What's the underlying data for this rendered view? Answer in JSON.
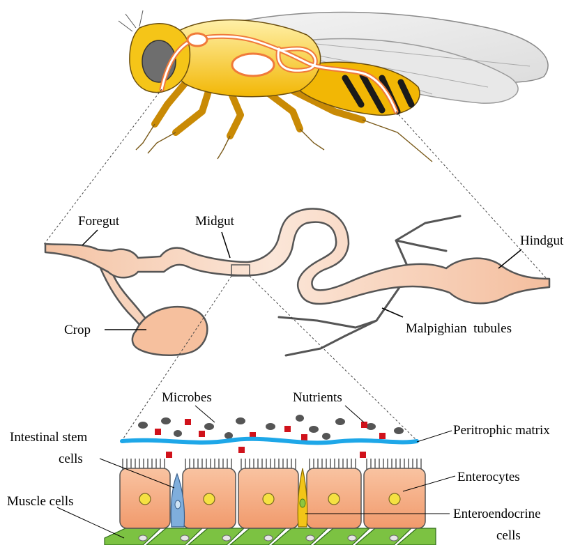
{
  "labels": {
    "foregut": "Foregut",
    "midgut": "Midgut",
    "hindgut": "Hindgut",
    "crop": "Crop",
    "malpighian": "Malpighian  tubules",
    "microbes": "Microbes",
    "nutrients": "Nutrients",
    "isc_line1": "Intestinal stem",
    "isc_line2": "cells",
    "peritrophic": "Peritrophic matrix",
    "enterocytes": "Enterocytes",
    "muscle": "Muscle cells",
    "ee_line1": "Enteroendocrine",
    "ee_line2": "cells"
  },
  "colors": {
    "fly_body": "#F2B705",
    "fly_legs": "#E8A20A",
    "gut_fill": "#F7D3BC",
    "gut_highlight": "#FCEDE3",
    "outline": "#555555",
    "enterocyte": "#F4A77A",
    "nucleus": "#F5E142",
    "stem_cell": "#7FAEDC",
    "enteroendocrine": "#F2C518",
    "muscle": "#7CC242",
    "peritrophic_matrix": "#1EA7E8",
    "microbe": "#555555",
    "nutrient": "#D0121B"
  }
}
